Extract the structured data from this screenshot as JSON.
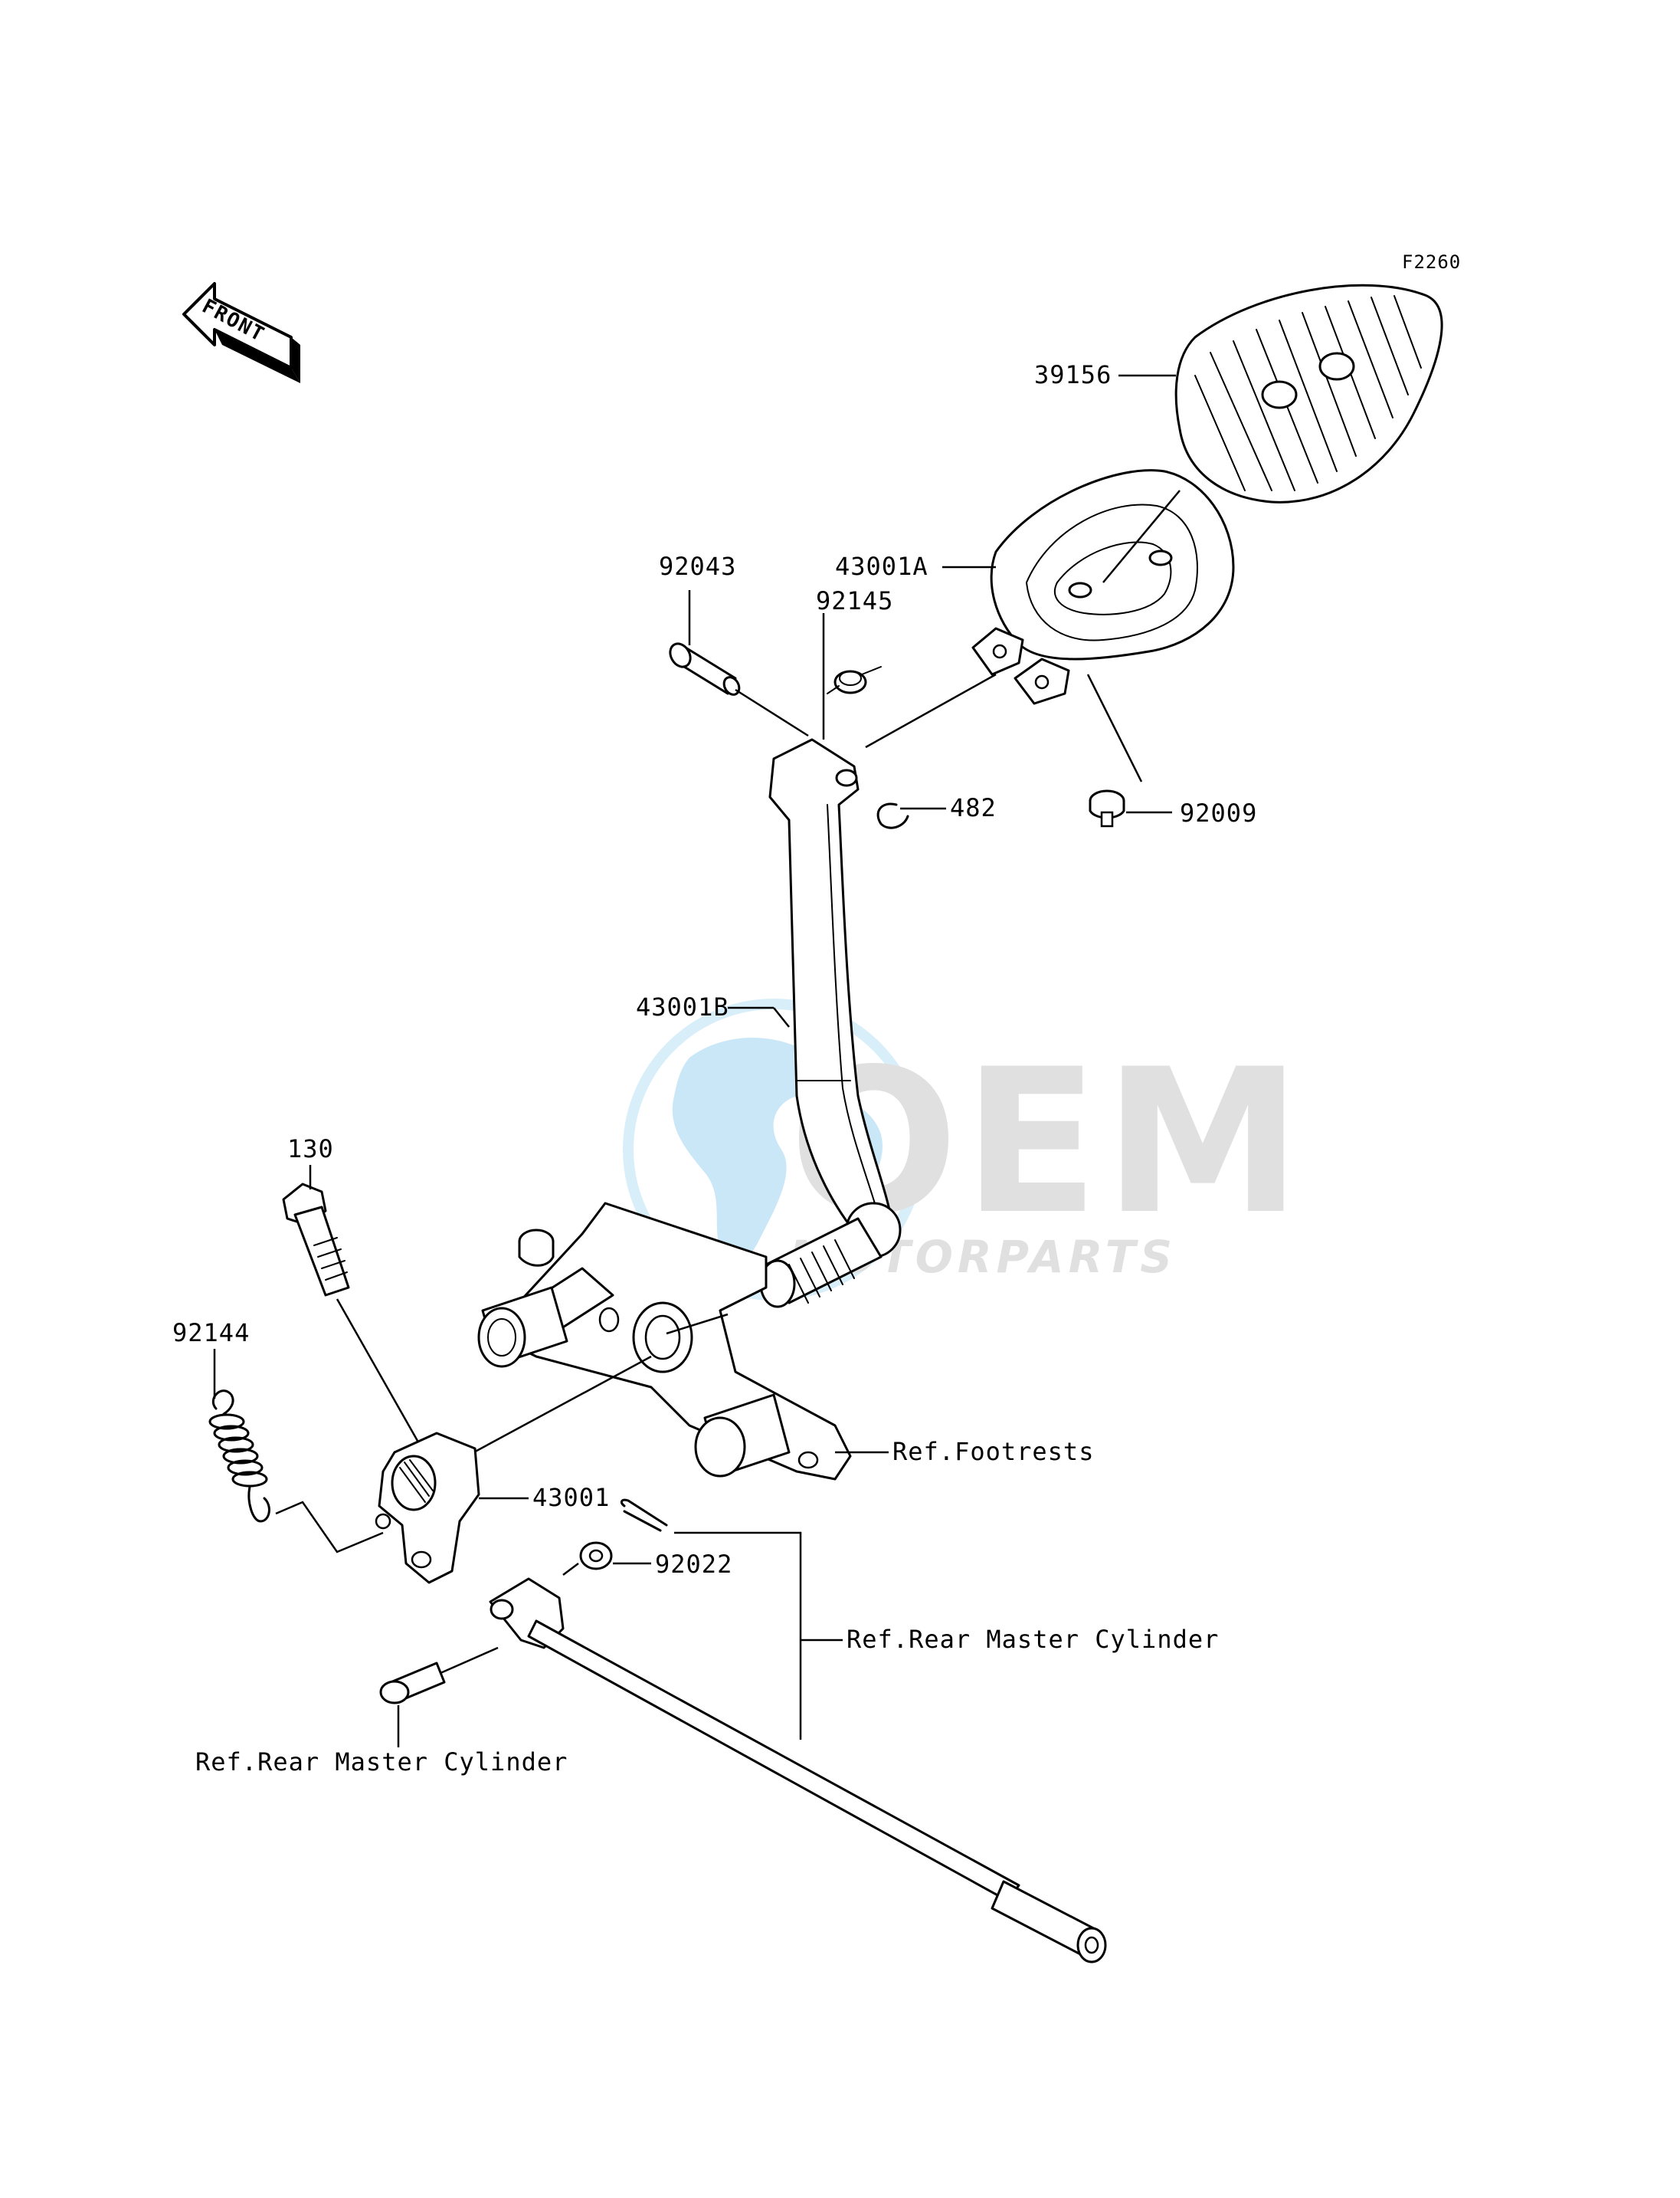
{
  "figure_id": "F2260",
  "front_arrow_label": "FRONT",
  "watermark": {
    "brand": "OEM",
    "subtitle": "MOTORPARTS",
    "color": "#9fd4f2"
  },
  "callouts": {
    "c39156": "39156",
    "c43001A": "43001A",
    "c92043": "92043",
    "c92145": "92145",
    "c482": "482",
    "c92009": "92009",
    "c43001B": "43001B",
    "c130": "130",
    "c92144": "92144",
    "c43001": "43001",
    "c92022": "92022",
    "ref_footrests": "Ref.Footrests",
    "ref_rear_master_cylinder_right": "Ref.Rear Master Cylinder",
    "ref_rear_master_cylinder_left": "Ref.Rear Master Cylinder"
  }
}
